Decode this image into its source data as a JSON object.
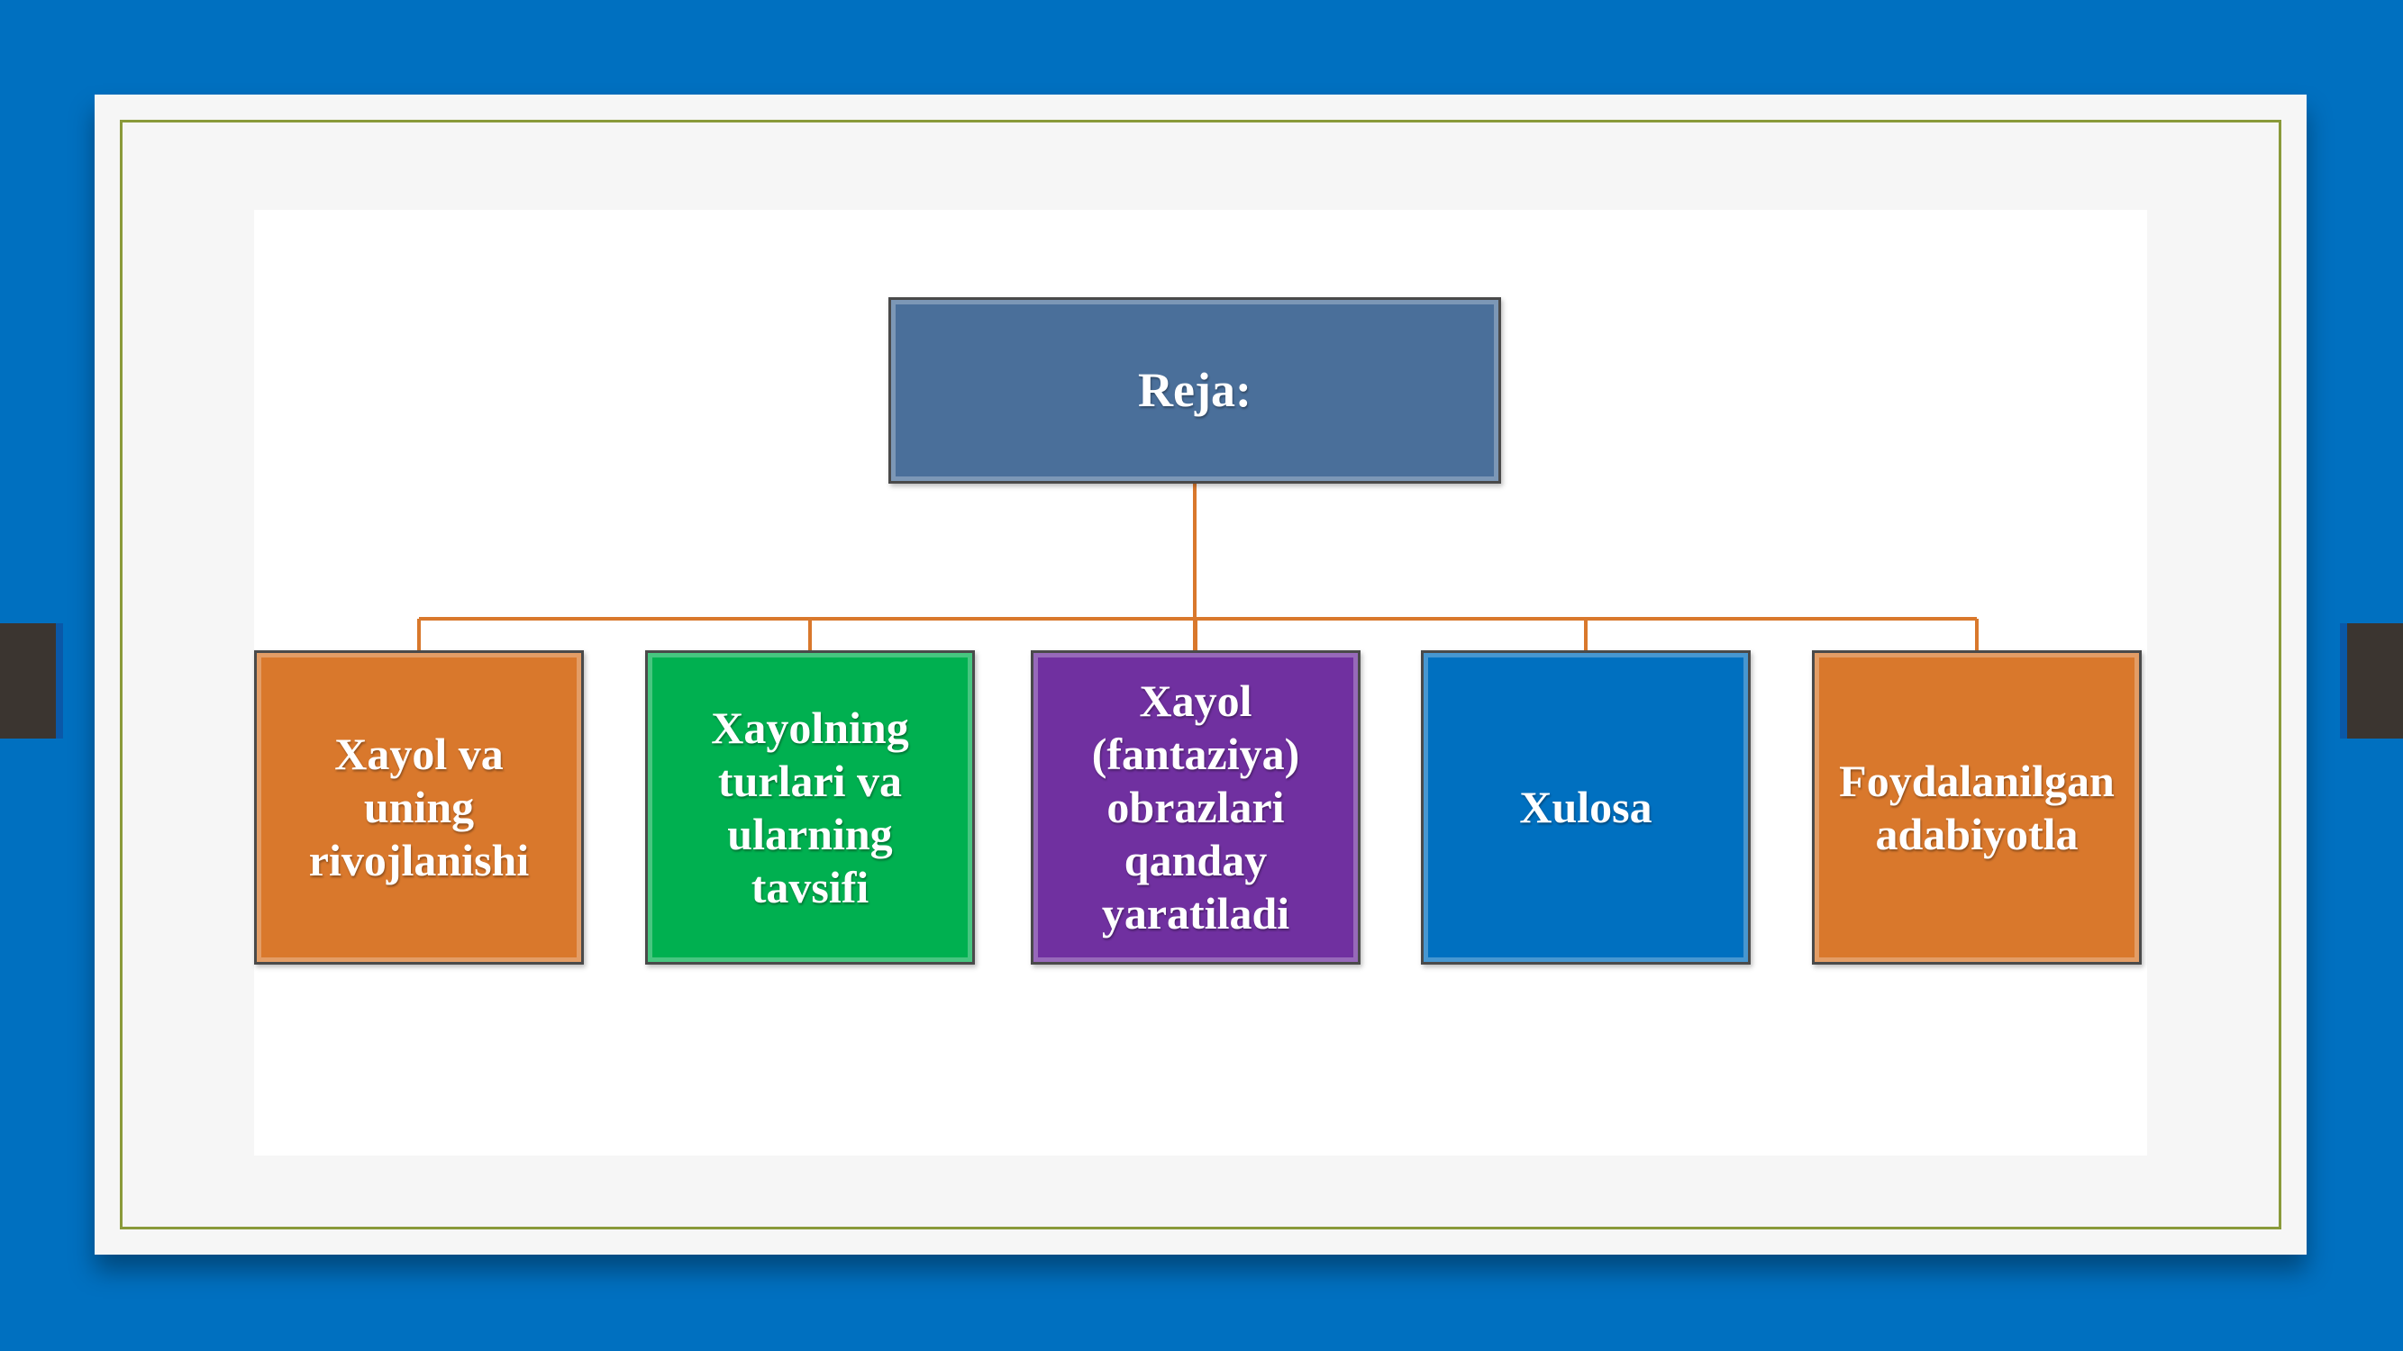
{
  "colors": {
    "background": "#0070c0",
    "root_fill": "#4a6f9a",
    "connector": "#d9782c",
    "orange": "#d9782c",
    "green": "#00b050",
    "purple": "#7030a0",
    "blue": "#0070c0"
  },
  "diagram": {
    "root": {
      "label": "Reja:"
    },
    "children": [
      {
        "label": "Xayol va\nuning\nrivojlanishi",
        "color": "#d9782c"
      },
      {
        "label": "Xayolning\nturlari va\nularning\ntavsifi",
        "color": "#00b050"
      },
      {
        "label": "Xayol\n(fantaziya)\nobrazlari\nqanday\nyaratiladi",
        "color": "#7030a0"
      },
      {
        "label": "Xulosa",
        "color": "#0070c0"
      },
      {
        "label": "Foydalanilgan\nadabiyotla",
        "color": "#d9782c"
      }
    ]
  }
}
